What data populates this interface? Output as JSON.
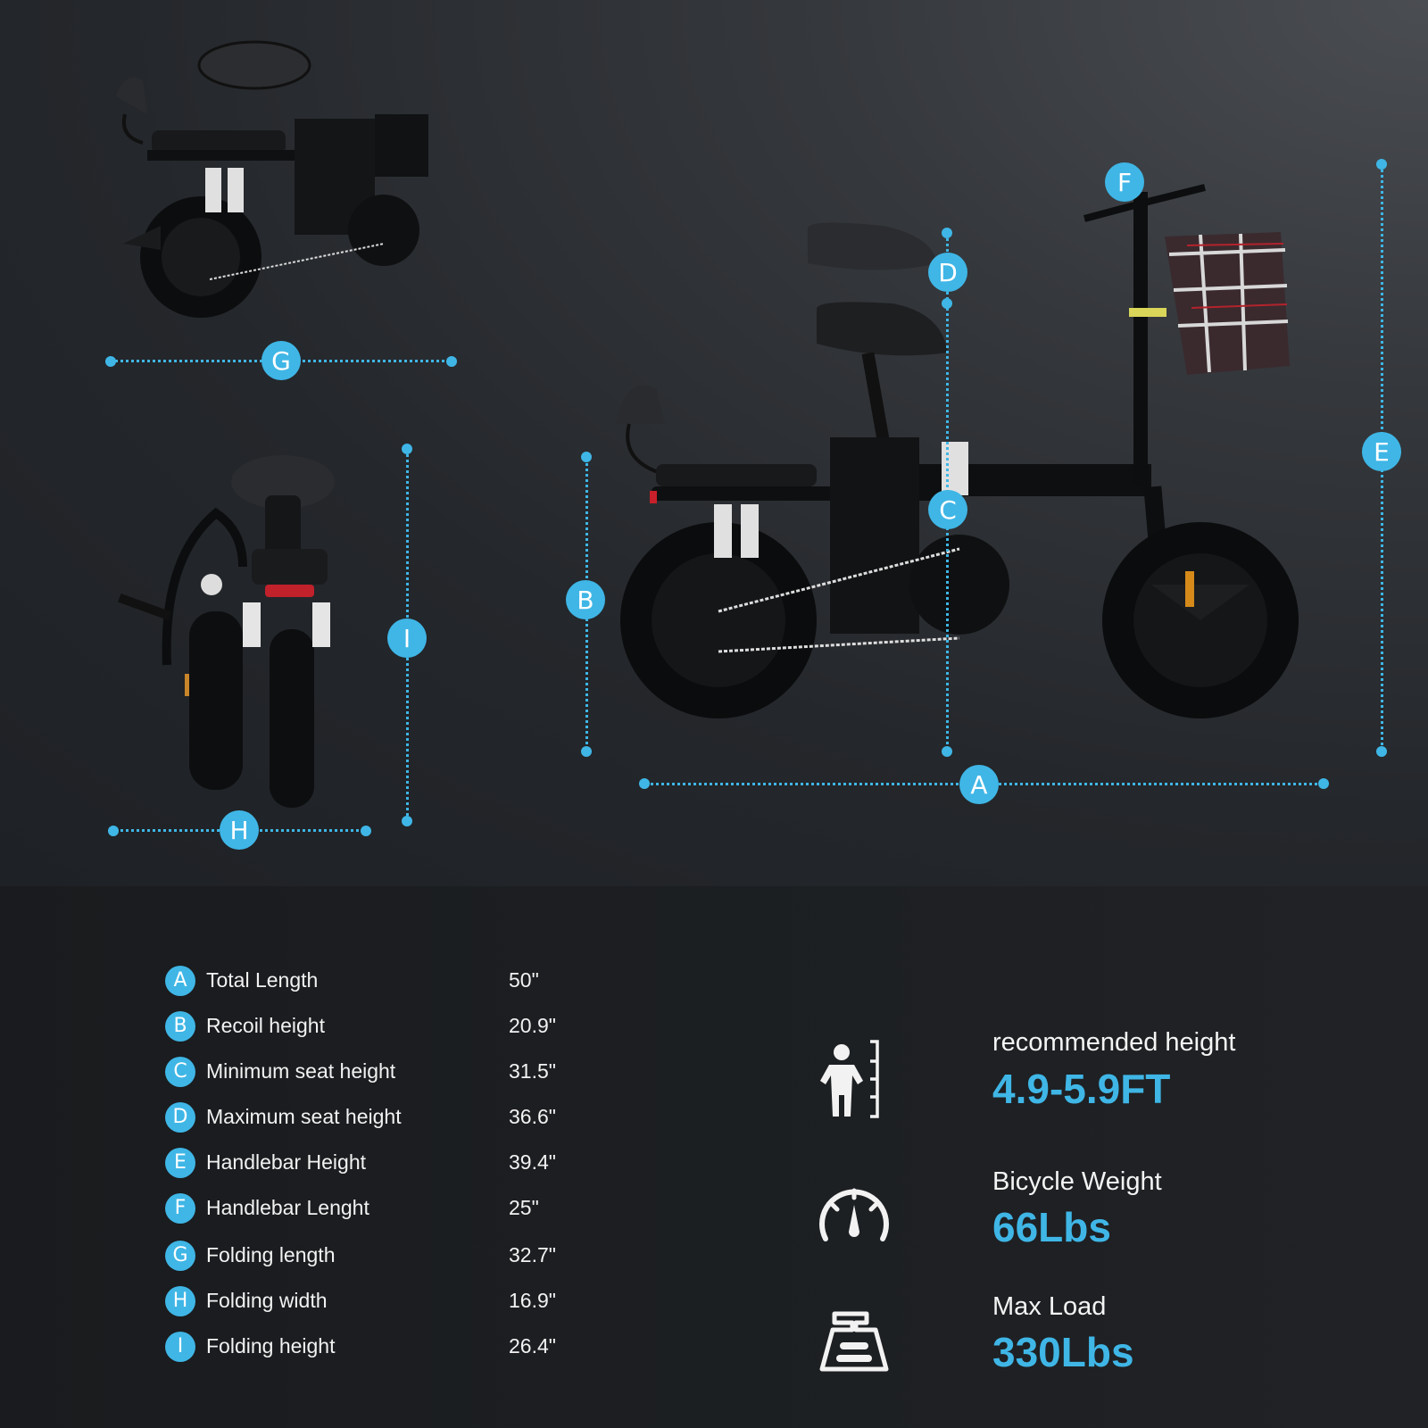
{
  "accent_color": "#3fb6e6",
  "diagram": {
    "markers": [
      {
        "letter": "A",
        "axis": "horizontal",
        "target": "total-length"
      },
      {
        "letter": "B",
        "axis": "vertical",
        "target": "recoil-height"
      },
      {
        "letter": "C",
        "axis": "vertical",
        "target": "minimum-seat-height"
      },
      {
        "letter": "D",
        "axis": "vertical",
        "target": "maximum-seat-height"
      },
      {
        "letter": "E",
        "axis": "vertical",
        "target": "handlebar-height"
      },
      {
        "letter": "F",
        "axis": "point",
        "target": "handlebar-length"
      },
      {
        "letter": "G",
        "axis": "horizontal",
        "target": "folding-length"
      },
      {
        "letter": "H",
        "axis": "horizontal",
        "target": "folding-width"
      },
      {
        "letter": "I",
        "axis": "vertical",
        "target": "folding-height"
      }
    ],
    "views": [
      "folded-side-view",
      "folded-rear-view",
      "unfolded-side-view"
    ]
  },
  "specs": [
    {
      "letter": "A",
      "label": "Total Length",
      "value": "50\""
    },
    {
      "letter": "B",
      "label": "Recoil height",
      "value": "20.9\""
    },
    {
      "letter": "C",
      "label": "Minimum seat height",
      "value": "31.5\""
    },
    {
      "letter": "D",
      "label": "Maximum seat height",
      "value": "36.6\""
    },
    {
      "letter": "E",
      "label": "Handlebar Height",
      "value": "39.4\""
    },
    {
      "letter": "F",
      "label": "Handlebar Lenght",
      "value": "25\""
    },
    {
      "letter": "G",
      "label": "Folding length",
      "value": "32.7\""
    },
    {
      "letter": "H",
      "label": "Folding width",
      "value": "16.9\""
    },
    {
      "letter": "I",
      "label": "Folding height",
      "value": "26.4\""
    }
  ],
  "stats": [
    {
      "icon": "person-height-icon",
      "title": "recommended height",
      "value": "4.9-5.9FT"
    },
    {
      "icon": "speedometer-icon",
      "title": "Bicycle Weight",
      "value": "66Lbs"
    },
    {
      "icon": "weight-scale-icon",
      "title": "Max Load",
      "value": "330Lbs"
    }
  ]
}
